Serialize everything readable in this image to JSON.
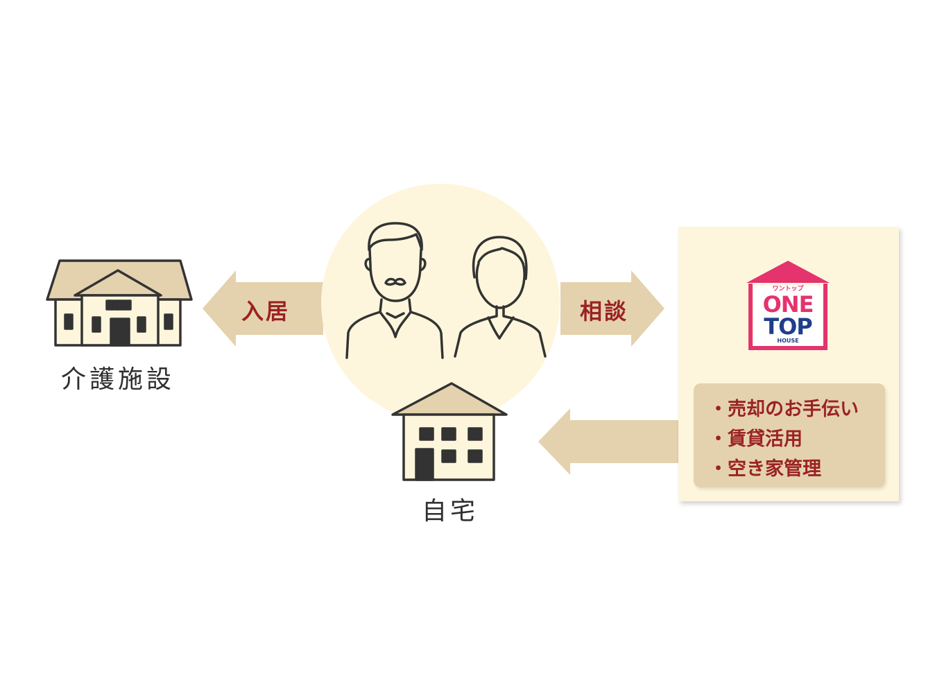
{
  "diagram": {
    "facility_label": "介護施設",
    "home_label": "自宅",
    "move_in_label": "入居",
    "consult_label": "相談",
    "company": {
      "logo_lines": [
        "ワントップ",
        "ONE",
        "TOP",
        "HOUSE"
      ],
      "services": [
        "売却のお手伝い",
        "賃貸活用",
        "空き家管理"
      ]
    },
    "colors": {
      "arrow": "#e4d2ae",
      "circle": "#fdf6dc",
      "accent_text": "#9b2224",
      "logo": "#e4336d",
      "logo_top": "#1f3e8a",
      "roof": "#e4d2ae",
      "outline": "#333333"
    }
  }
}
